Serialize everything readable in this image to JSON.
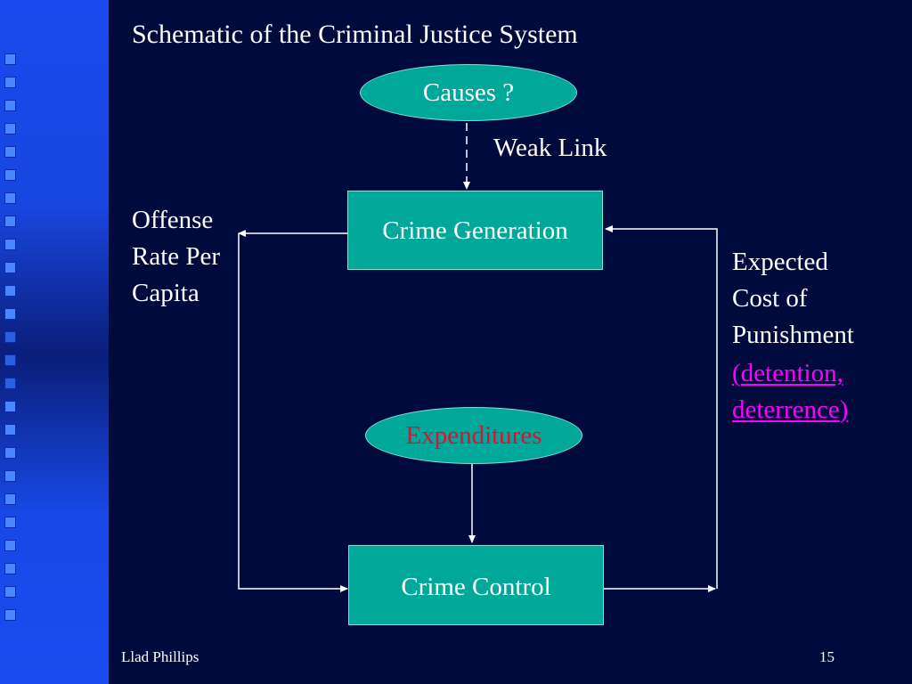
{
  "title": "Schematic of the Criminal Justice System",
  "nodes": {
    "causes": "Causes ?",
    "crime_generation": "Crime Generation",
    "expenditures": "Expenditures",
    "crime_control": "Crime Control"
  },
  "labels": {
    "weak_link": "Weak Link",
    "offense_rate": [
      "Offense",
      "Rate Per",
      "Capita"
    ],
    "expected_cost": [
      "Expected",
      "Cost of",
      "Punishment"
    ],
    "detention_open": "(",
    "detention": "detention,",
    "deterrence": "deterrence",
    "detention_close": ")"
  },
  "footer": {
    "author": "Llad Phillips",
    "page_number": "15"
  },
  "colors": {
    "background": "#000a3c",
    "node_fill": "#00a89a",
    "highlight_link": "#ff00ff",
    "expenditures_text": "#e01030"
  }
}
